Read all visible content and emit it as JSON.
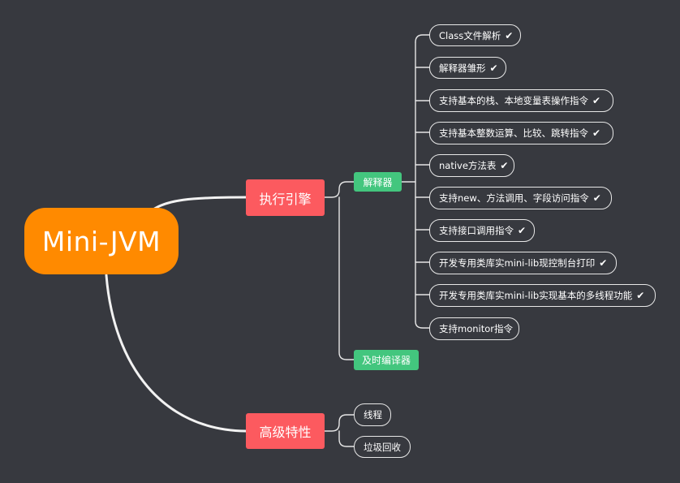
{
  "root": {
    "label": "Mini-JVM"
  },
  "branches": [
    {
      "label": "执行引擎",
      "children": [
        {
          "label": "解释器",
          "items": [
            {
              "text": "Class文件解析",
              "check": "✔"
            },
            {
              "text": "解释器雏形",
              "check": "✔"
            },
            {
              "text": "支持基本的栈、本地变量表操作指令",
              "check": "✔"
            },
            {
              "text": "支持基本整数运算、比较、跳转指令",
              "check": "✔"
            },
            {
              "text": "native方法表",
              "check": "✔"
            },
            {
              "text": "支持new、方法调用、字段访问指令",
              "check": "✔"
            },
            {
              "text": "支持接口调用指令",
              "check": "✔"
            },
            {
              "text": "开发专用类库实mini-lib现控制台打印",
              "check": "✔"
            },
            {
              "text": "开发专用类库实mini-lib实现基本的多线程功能",
              "check": "✔"
            },
            {
              "text": "支持monitor指令",
              "check": ""
            }
          ]
        },
        {
          "label": "及时编译器",
          "items": []
        }
      ]
    },
    {
      "label": "高级特性",
      "children": [
        {
          "label": "线程",
          "items": []
        },
        {
          "label": "垃圾回收",
          "items": []
        }
      ]
    }
  ],
  "colors": {
    "background": "#37393f",
    "root": "#ff8a00",
    "branch": "#fc5a5f",
    "sub": "#43c67e",
    "line": "#f2f2f2"
  }
}
